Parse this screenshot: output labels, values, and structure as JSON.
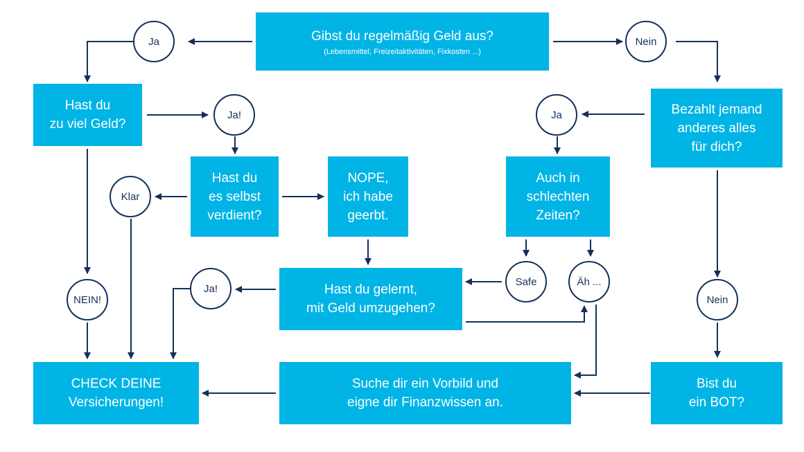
{
  "colors": {
    "box": "#00b4e6",
    "box_text": "#ffffff",
    "line": "#13305a",
    "circle_text": "#13305a"
  },
  "boxes": {
    "start": {
      "title": "Gibst du regelmäßig Geld aus?",
      "subtitle": "(Lebensmittel, Freizeitaktivitäten, Fixkosten ...)"
    },
    "zu_viel_geld": "Hast du\nzu viel Geld?",
    "selbst_verdient": "Hast du\nes selbst\nverdient?",
    "geerbt": "NOPE,\nich habe\ngeerbt.",
    "schlechte_zeiten": "Auch in\nschlechten\nZeiten?",
    "bezahlt_jemand": "Bezahlt jemand\nanderes alles\nfür dich?",
    "gelernt": "Hast du gelernt,\nmit Geld umzugehen?",
    "check": "CHECK DEINE\nVersicherungen!",
    "vorbild": "Suche dir ein Vorbild und\neigne dir Finanzwissen an.",
    "bot": "Bist du\nein BOT?"
  },
  "answers": {
    "ja_top": "Ja",
    "nein_top": "Nein",
    "ja_bang_upper": "Ja!",
    "ja_right": "Ja",
    "klar": "Klar",
    "nein_bang": "NEIN!",
    "ja_bang_lower": "Ja!",
    "safe": "Safe",
    "aeh": "Äh ...",
    "nein_right": "Nein"
  }
}
